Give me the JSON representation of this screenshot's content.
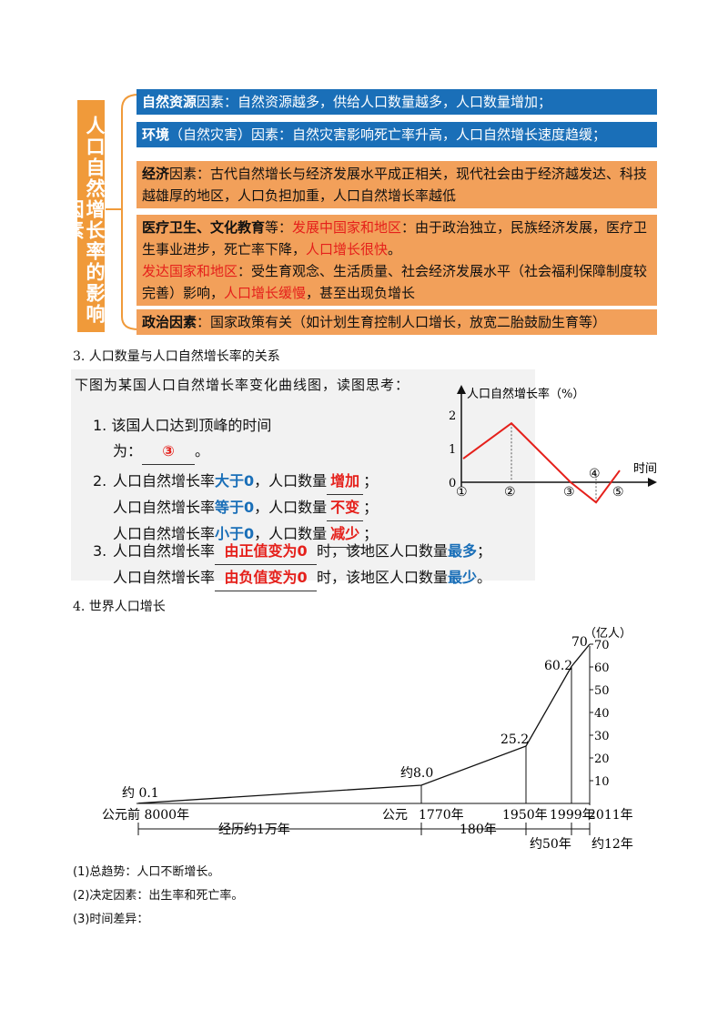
{
  "factors": {
    "side_label": "人口自然增长率的影响因素",
    "natural_resources": {
      "key": "自然资源",
      "text": "因素：自然资源越多，供给人口数量越多，人口数量增加；"
    },
    "environment": {
      "key": "环境",
      "text": "（自然灾害）因素：自然灾害影响死亡率升高，人口自然增长速度趋缓；"
    },
    "economy": {
      "key": "经济",
      "text": "因素：古代自然增长与经济发展水平成正相关，现代社会由于经济越发达、科技越雄厚的地区，人口负担加重，人口自然增长率越低"
    },
    "medical": {
      "key": "医疗卫生、文化教育",
      "t1": "等：",
      "r1": "发展中国家和地区",
      "t2": "：由于政治独立，民族经济发展，医疗卫生事业进步，死亡率下降，",
      "r2": "人口增长很快",
      "t3": "。",
      "r3": "发达国家和地区",
      "t4": "：受生育观念、生活质量、社会经济发展水平（社会福利保障制度较完善）影响，",
      "r4": "人口增长缓慢",
      "t5": "，甚至出现负增长"
    },
    "politics": {
      "key": "政治因素",
      "text": "：国家政策有关（如计划生育控制人口增长，放宽二胎鼓励生育等）"
    }
  },
  "section3": {
    "heading": "3. 人口数量与人口自然增长率的关系",
    "intro": "下图为某国人口自然增长率变化曲线图，读图思考：",
    "q1": {
      "num": "1.",
      "text1": "该国人口达到顶峰的时间",
      "text2": "为：",
      "answer": "③",
      "end": "。"
    },
    "q2": [
      {
        "num": "2.",
        "pre": "人口自然增长率",
        "cond": "大于0",
        "mid": "，人口数量",
        "ans": "增加",
        "end": "；"
      },
      {
        "num": "",
        "pre": "人口自然增长率",
        "cond": "等于0",
        "mid": "，人口数量",
        "ans": "不变",
        "end": "；"
      },
      {
        "num": "",
        "pre": "人口自然增长率",
        "cond": "小于0",
        "mid": "，人口数量",
        "ans": "减少",
        "end": "；"
      }
    ],
    "q3": [
      {
        "num": "3.",
        "pre": "人口自然增长率",
        "ans": "由正值变为0",
        "mid": "时，该地区人口数量",
        "res": "最多",
        "end": "；"
      },
      {
        "num": "",
        "pre": "人口自然增长率",
        "ans": "由负值变为0",
        "mid": "时，该地区人口数量",
        "res": "最少",
        "end": "。"
      }
    ]
  },
  "chart_data": [
    {
      "type": "line",
      "title": "",
      "ylabel": "人口自然增长率（%）",
      "xlabel": "时间",
      "y_ticks": [
        "0",
        "1",
        "2"
      ],
      "ylim": [
        -0.6,
        2.5
      ],
      "x_labels": [
        "①",
        "②",
        "③",
        "④",
        "⑤"
      ],
      "x": [
        1,
        2,
        3,
        4,
        5
      ],
      "series": [
        {
          "values": [
            0.7,
            1.75,
            0,
            -0.6,
            0.35
          ]
        }
      ],
      "color": "#e5201b"
    },
    {
      "type": "line",
      "title": "",
      "ylabel": "（亿人）",
      "y_ticks": [
        "10",
        "20",
        "30",
        "40",
        "50",
        "60",
        "70"
      ],
      "ylim": [
        0,
        72
      ],
      "x_labels": [
        "公元前 8000年",
        "公元",
        "1770年",
        "1950年",
        "1999年",
        "2011年"
      ],
      "points": [
        {
          "label": "约 0.1",
          "value": 0.1
        },
        {
          "label": "约8.0",
          "value": 8.0
        },
        {
          "label": "25.2",
          "value": 25.2
        },
        {
          "label": "60.2",
          "value": 60.2
        },
        {
          "label": "70",
          "value": 70
        }
      ],
      "intervals": [
        "经历约1万年",
        "180年",
        "约50年",
        "约12年"
      ]
    }
  ],
  "section4": {
    "heading": "4. 世界人口增长",
    "notes": [
      "(1)总趋势：人口不断增长。",
      "(2)决定因素：出生率和死亡率。",
      "(3)时间差异："
    ]
  }
}
